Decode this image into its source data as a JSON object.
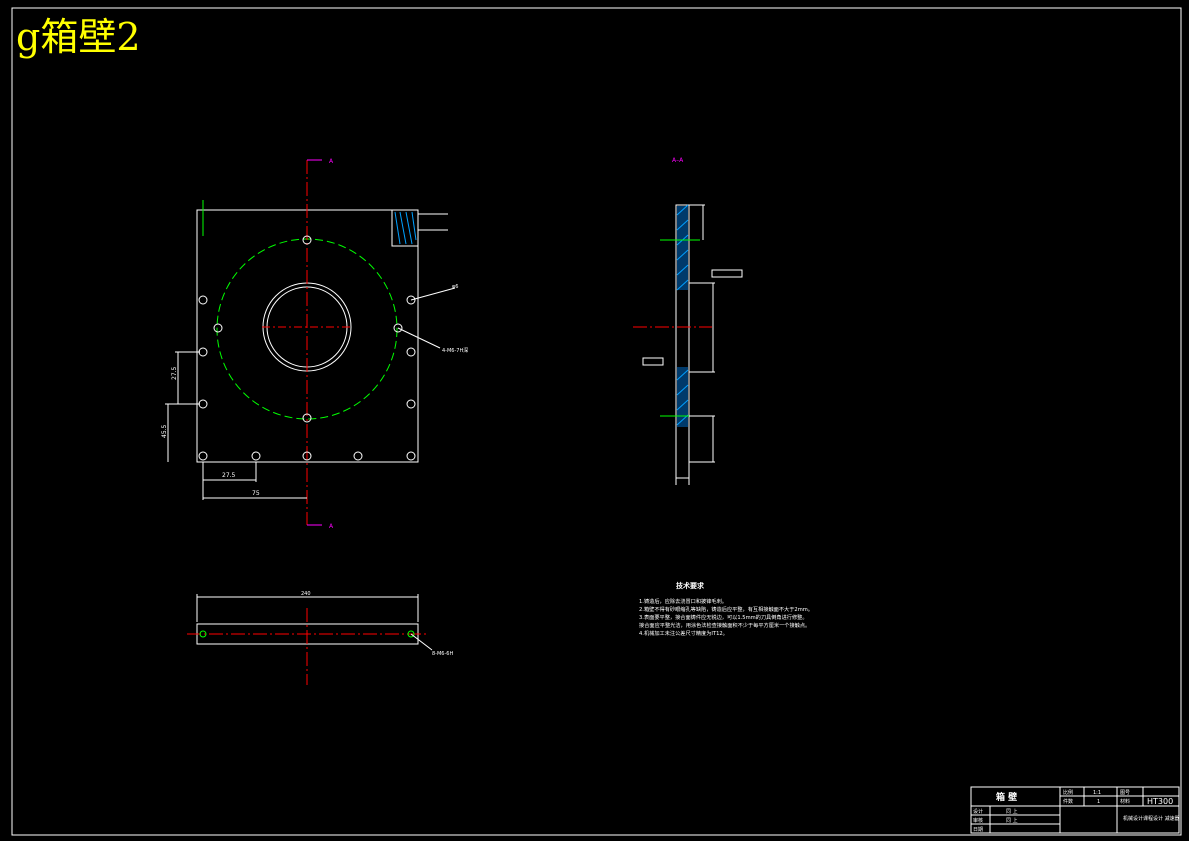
{
  "drawing": {
    "title": "g箱壁2",
    "section_mark": "A",
    "section_title": "A–A",
    "colors": {
      "background": "#000000",
      "outline": "#ffffff",
      "hidden": "#00ff00",
      "center": "#ff0000",
      "section": "#ff00ff",
      "title": "#ffff00",
      "hatch": "#00a0ff"
    },
    "plan_dims": {
      "d1": "27.5",
      "d2": "45.5",
      "d3": "27.5",
      "d4": "75"
    },
    "plan_notes": {
      "hole_note": "4-M6-7H深",
      "note2": "φ6"
    },
    "side_dims": {
      "width": "240"
    },
    "side_notes": {
      "hole_note": "8-M6-6H"
    },
    "tech": {
      "heading": "技术要求",
      "items": [
        "1.铸造后，应除去浇冒口和披锋毛刺。",
        "2.箱壁不得有砂眼缩孔等缺陷，铸造后应平整，有互相接触面不大于2mm。",
        "3.表面要平整，接合面铸件应无锐边，可以1.5mm的刀具倒角进行修整。",
        "  接合面应平整光洁，用涂色法检查接触面积不少于每平方厘米一个接触点。",
        "4.机械加工未注公差尺寸精度为IT12。"
      ]
    },
    "titleblock": {
      "part_name": "箱  壁",
      "scale_label": "比例",
      "scale_value": "1:1",
      "material_label": "材料",
      "material_value": "HT300",
      "qty_label": "件数",
      "qty_value": "1",
      "sheet_label": "图号",
      "r1": "设计",
      "r2": "审核",
      "r3": "日期",
      "s1": "同 上",
      "s2": "同 上",
      "school": "机械设计课程设计 减速器"
    }
  }
}
